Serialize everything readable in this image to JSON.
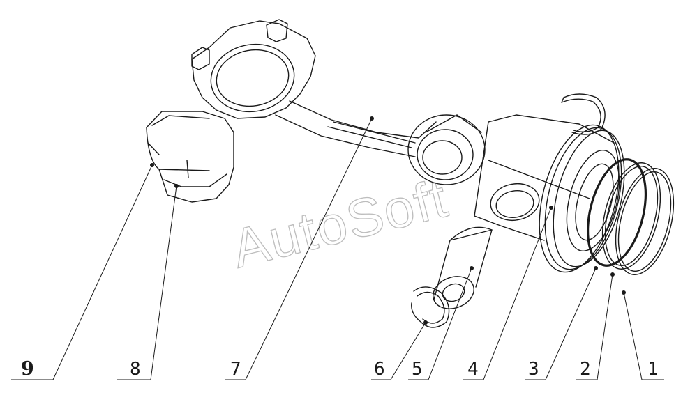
{
  "watermark": "AutoSoft",
  "callouts": [
    {
      "id": "9",
      "label": "9"
    },
    {
      "id": "8",
      "label": "8"
    },
    {
      "id": "7",
      "label": "7"
    },
    {
      "id": "6",
      "label": "6"
    },
    {
      "id": "5",
      "label": "5"
    },
    {
      "id": "4",
      "label": "4"
    },
    {
      "id": "3",
      "label": "3"
    },
    {
      "id": "2",
      "label": "2"
    },
    {
      "id": "1",
      "label": "1"
    }
  ]
}
